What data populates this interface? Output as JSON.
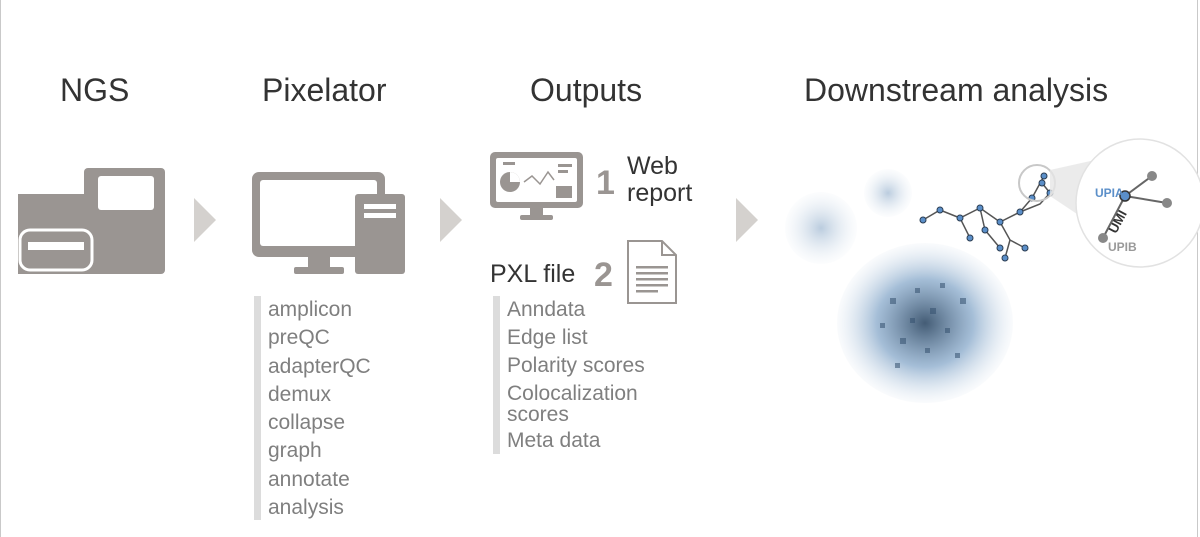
{
  "columns": {
    "ngs": {
      "title": "NGS"
    },
    "pixelator": {
      "title": "Pixelator",
      "steps": [
        "amplicon",
        "preQC",
        "adapterQC",
        "demux",
        "collapse",
        "graph",
        "annotate",
        "analysis"
      ]
    },
    "outputs": {
      "title": "Outputs",
      "web_report": {
        "number": "1",
        "label_line1": "Web",
        "label_line2": "report"
      },
      "pxl_file": {
        "number": "2",
        "label": "PXL file",
        "contents": [
          "Anndata",
          "Edge list",
          "Polarity scores",
          "Colocalization scores",
          "Meta data"
        ]
      }
    },
    "downstream": {
      "title": "Downstream analysis",
      "inset_labels": {
        "upia": "UPIA",
        "umi": "UMI",
        "upib": "UPIB"
      }
    }
  },
  "colors": {
    "icon_gray": "#9a9592",
    "arrow_gray": "#d4d1ce",
    "text_dark": "#333333",
    "text_gray": "#7f7f7f",
    "graph_blue": "#5b8fc9"
  }
}
